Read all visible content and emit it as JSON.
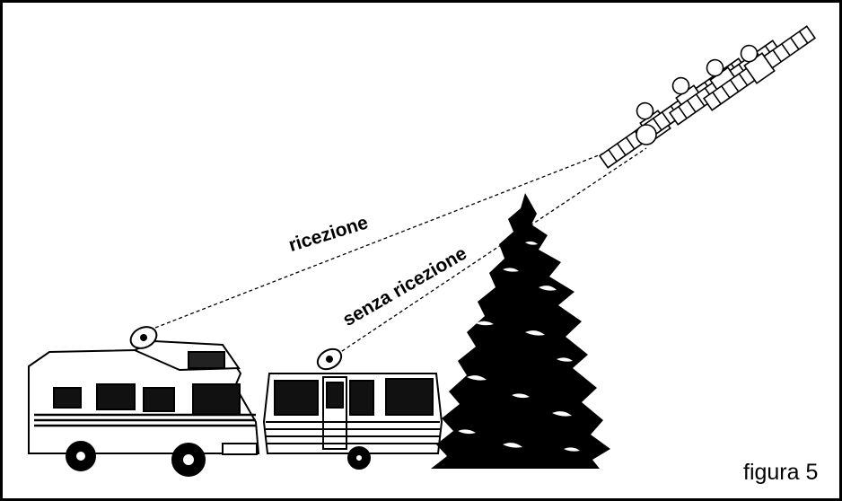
{
  "labels": {
    "reception": "ricezione",
    "no_reception": "senza ricezione"
  },
  "caption": "figura 5",
  "colors": {
    "ink": "#000000",
    "paper": "#ffffff"
  },
  "icons": {
    "satellite": "satellite-icon",
    "motorhome": "motorhome-icon",
    "caravan": "caravan-icon",
    "tree": "fir-tree-icon",
    "dish": "satellite-dish-icon"
  }
}
